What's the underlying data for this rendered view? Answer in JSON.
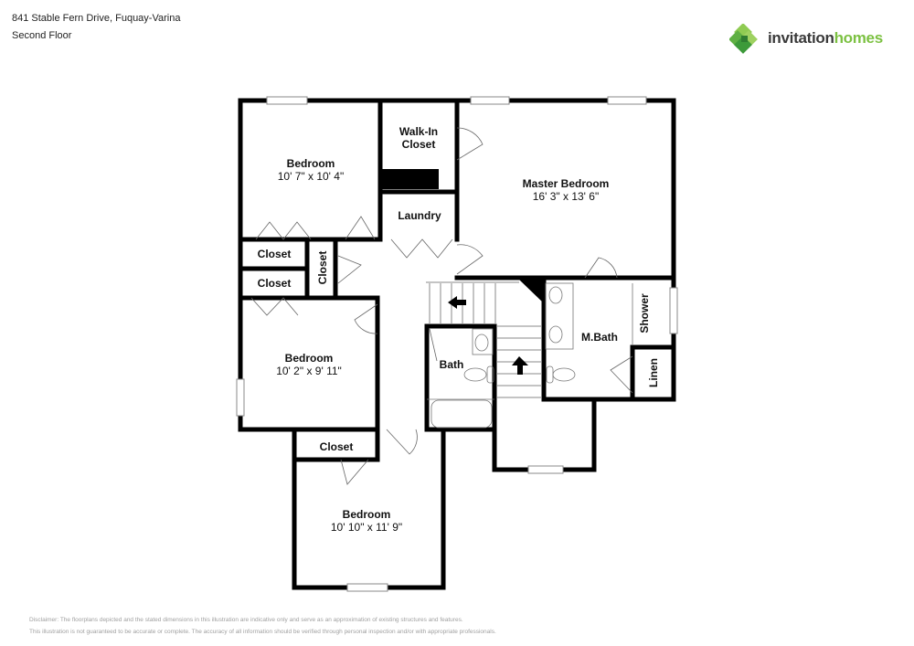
{
  "header": {
    "address": "841 Stable Fern Drive, Fuquay-Varina",
    "floor": "Second Floor"
  },
  "logo": {
    "icon": "invitation-homes-leaf-icon",
    "word1": "invitation",
    "word2": "homes",
    "colors": {
      "dark": "#3a3a3a",
      "green": "#7cc142",
      "leaf_dark": "#3d9a3a"
    }
  },
  "rooms": {
    "bedroom_nw": {
      "name": "Bedroom",
      "dims": "10' 7\" x 10' 4\""
    },
    "walkin_closet": {
      "name_line1": "Walk-In",
      "name_line2": "Closet"
    },
    "laundry": {
      "name": "Laundry"
    },
    "master_bedroom": {
      "name": "Master Bedroom",
      "dims": "16' 3\" x 13' 6\""
    },
    "closet_1": {
      "name": "Closet"
    },
    "closet_2": {
      "name": "Closet"
    },
    "closet_vertical": {
      "name": "Closet"
    },
    "bedroom_w": {
      "name": "Bedroom",
      "dims": "10' 2\" x 9' 11\""
    },
    "bath": {
      "name": "Bath"
    },
    "master_bath": {
      "name": "M.Bath"
    },
    "shower": {
      "name": "Shower"
    },
    "linen": {
      "name": "Linen"
    },
    "closet_s": {
      "name": "Closet"
    },
    "bedroom_s": {
      "name": "Bedroom",
      "dims": "10' 10\" x 11' 9\""
    }
  },
  "disclaimer": {
    "line1": "Disclaimer: The floorplans depicted and the stated dimensions in this illustration are indicative only and serve as an approximation of existing structures and features.",
    "line2": "This illustration is not guaranteed to be accurate or complete. The accuracy of all information should be verified through personal inspection and/or with appropriate professionals."
  }
}
